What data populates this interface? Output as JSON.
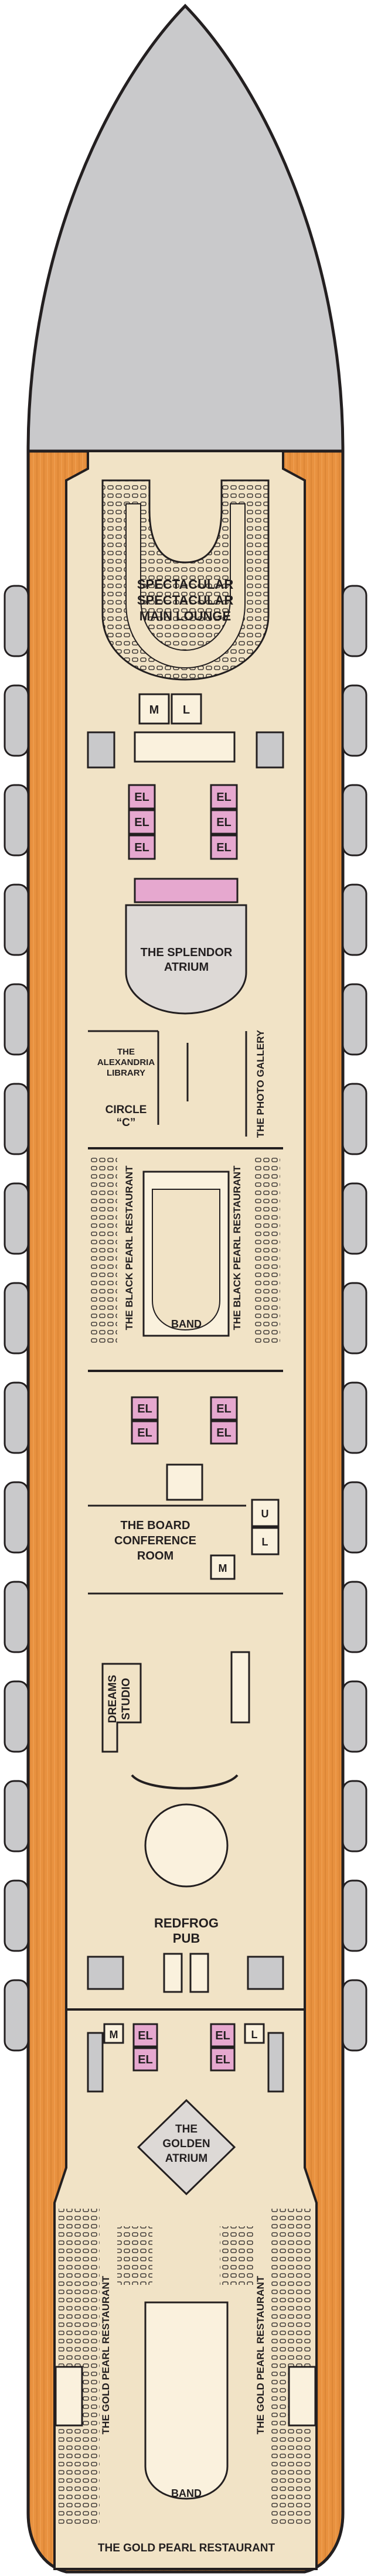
{
  "venues": {
    "main_lounge_1": "SPECTACULAR",
    "main_lounge_2": "SPECTACULAR",
    "main_lounge_3": "MAIN LOUNGE",
    "atrium_1": "THE SPLENDOR",
    "atrium_2": "ATRIUM",
    "library_1": "THE",
    "library_2": "ALEXANDRIA",
    "library_3": "LIBRARY",
    "photo_gallery": "THE PHOTO GALLERY",
    "circle_c_1": "CIRCLE",
    "circle_c_2": "“C”",
    "black_pearl_left": "THE BLACK PEARL RESTAURANT",
    "black_pearl_right": "THE BLACK PEARL RESTAURANT",
    "band_1": "BAND",
    "conference_1": "THE BOARD",
    "conference_2": "CONFERENCE",
    "conference_3": "ROOM",
    "dreams_1": "DREAMS",
    "dreams_2": "STUDIO",
    "redfrog_1": "REDFROG",
    "redfrog_2": "PUB",
    "golden_atrium_1": "THE",
    "golden_atrium_2": "GOLDEN",
    "golden_atrium_3": "ATRIUM",
    "gold_pearl_left": "THE GOLD PEARL RESTAURANT",
    "gold_pearl_right": "THE GOLD PEARL RESTAURANT",
    "gold_pearl_bottom": "THE GOLD PEARL RESTAURANT",
    "band_2": "BAND"
  },
  "markers": {
    "elevator": "EL",
    "men": "M",
    "ladies": "L",
    "unisex": "U"
  },
  "colors": {
    "hull_grey": "#c9c9cb",
    "deck_wood": "#e8913f",
    "interior": "#f1e3c6",
    "corridor": "#faf1dd",
    "elevator_pink": "#e6a8cf",
    "outline": "#231f20"
  }
}
